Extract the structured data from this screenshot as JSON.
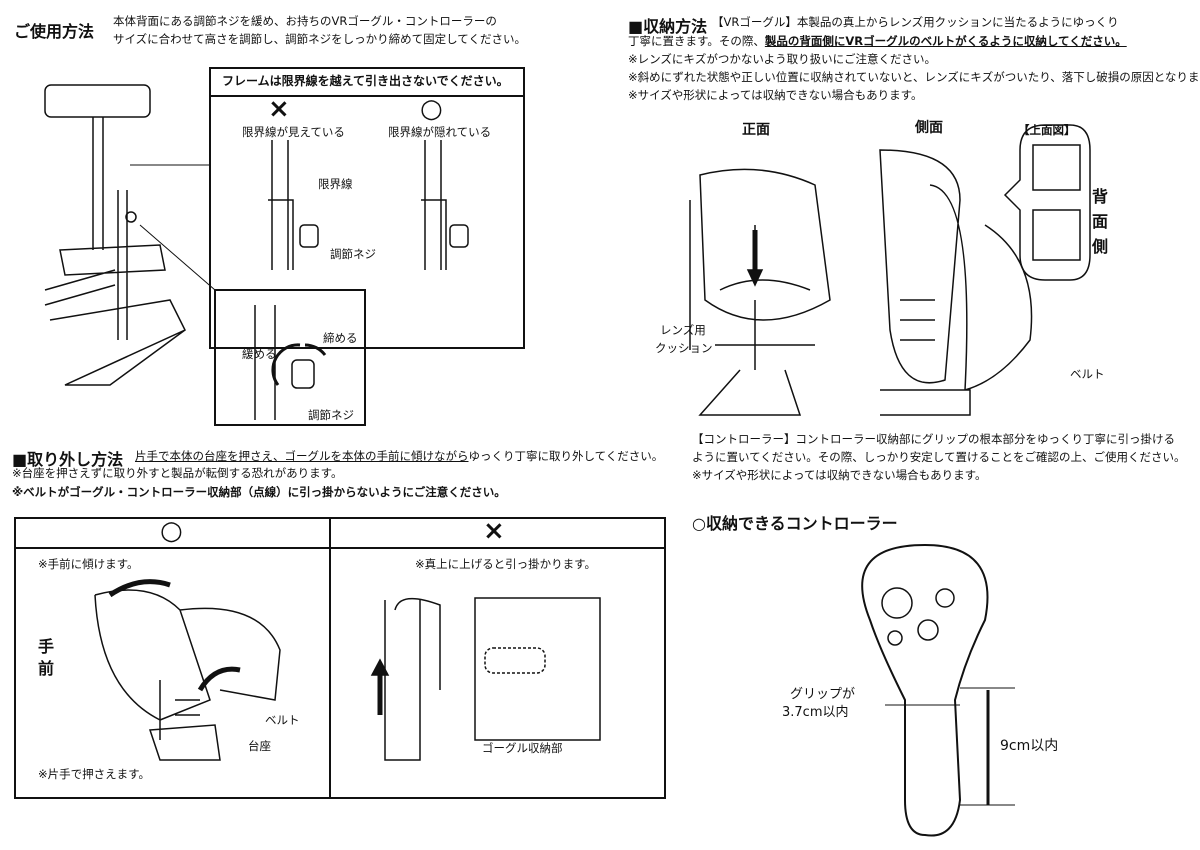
{
  "usage": {
    "title": "ご使用方法",
    "line1": "本体背面にある調節ネジを緩め、お持ちのVRゴーグル・コントローラーの",
    "line2": "サイズに合わせて高さを調節し、調節ネジをしっかり締めて固定してください。",
    "frame_warning": "フレームは限界線を越えて引き出さないでください。",
    "ng_mark": "×",
    "ok_mark": "○",
    "ng_label": "限界線が見えている",
    "ok_label": "限界線が隠れている",
    "limit_line": "限界線",
    "screw": "調節ネジ",
    "loosen": "緩める",
    "tighten": "締める",
    "screw2": "調節ネジ"
  },
  "removal": {
    "title": "■取り外し方法",
    "text_underlined": "片手で本体の台座を押さえ、ゴーグルを本体の手前に傾けながら",
    "text_rest": "ゆっくり丁寧に取り外してください。",
    "note1": "※台座を押さえずに取り外すと製品が転倒する恐れがあります。",
    "note2": "※ベルトがゴーグル・コントローラー収納部（点線）に引っ掛からないようにご注意ください。",
    "ok_mark": "○",
    "ng_mark": "×",
    "ok_note": "※手前に傾けます。",
    "ng_note": "※真上に上げると引っ掛かります。",
    "front1": "手",
    "front2": "前",
    "belt": "ベルト",
    "base": "台座",
    "hold_note": "※片手で押さえます。",
    "goggle_storage": "ゴーグル収納部"
  },
  "storage": {
    "title": "■収納方法",
    "line1": "【VRゴーグル】本製品の真上からレンズ用クッションに当たるようにゆっくり",
    "line2_a": "丁寧に置きます。その際、",
    "line2_b": "製品の背面側にVRゴーグルのベルトがくるように収納してください。",
    "note1": "※レンズにキズがつかないよう取り扱いにご注意ください。",
    "note2": "※斜めにずれた状態や正しい位置に収納されていないと、レンズにキズがついたり、落下し破損の原因となります。",
    "note3": "※サイズや形状によっては収納できない場合もあります。",
    "front": "正面",
    "side": "側面",
    "top_view": "【上面図】",
    "back1": "背",
    "back2": "面",
    "back3": "側",
    "cushion1": "レンズ用",
    "cushion2": "クッション",
    "belt": "ベルト"
  },
  "controller": {
    "line1": "【コントローラー】コントローラー収納部にグリップの根本部分をゆっくり丁寧に引っ掛ける",
    "line2": "ように置いてください。その際、しっかり安定して置けることをご確認の上、ご使用ください。",
    "note": "※サイズや形状によっては収納できない場合もあります。",
    "heading": "○収納できるコントローラー",
    "grip1": "グリップが",
    "grip2": "3.7cm以内",
    "height": "9cm以内"
  }
}
